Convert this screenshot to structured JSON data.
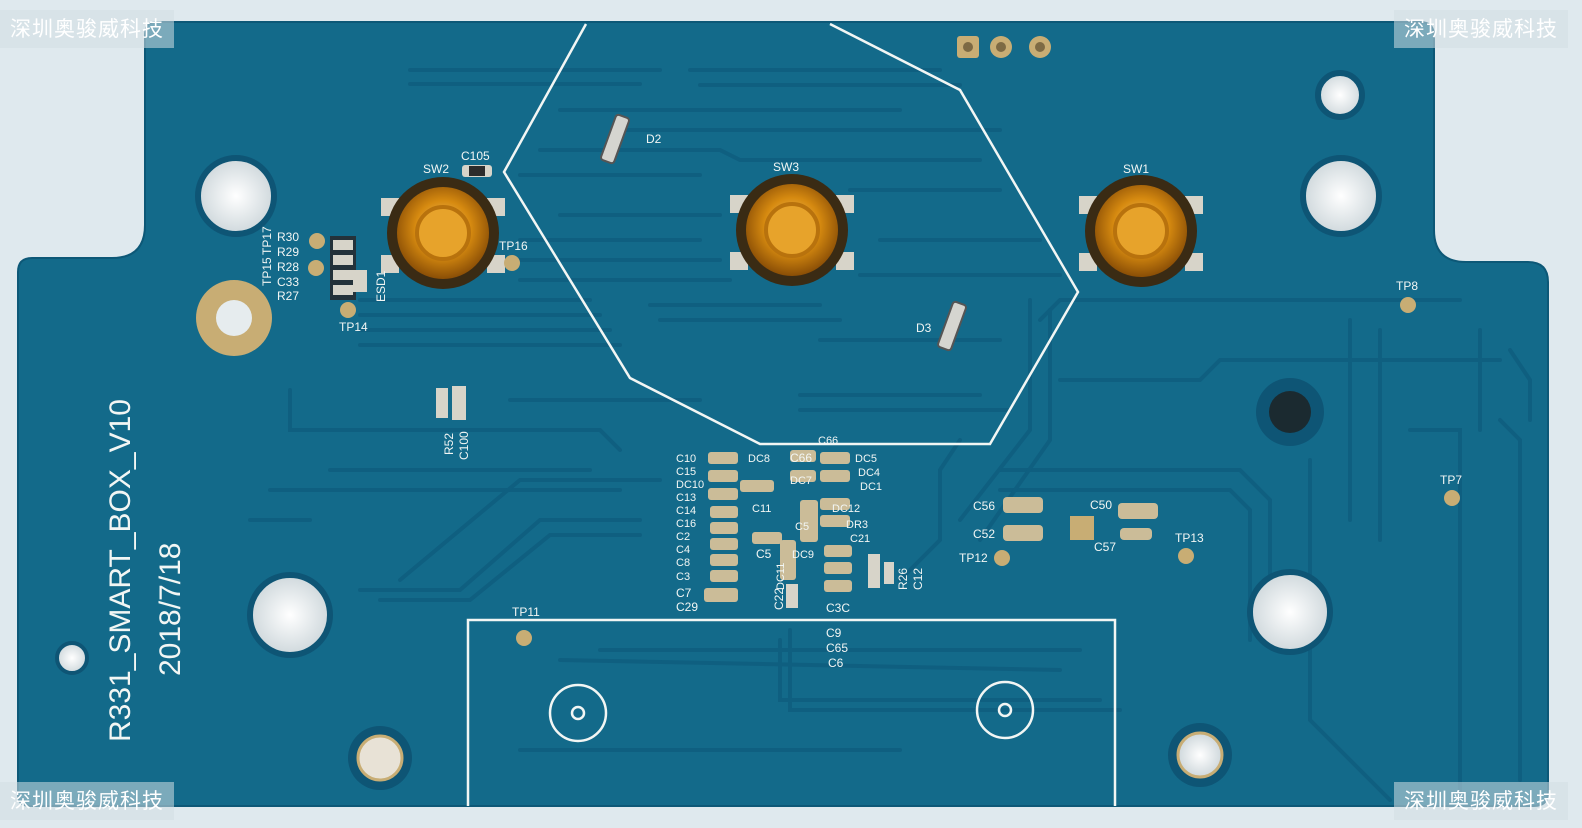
{
  "watermark": "深圳奥骏威科技",
  "board": {
    "name": "R331_SMART_BOX_V10",
    "date": "2018/7/18"
  },
  "switches": [
    "SW2",
    "SW3",
    "SW1"
  ],
  "diodes": [
    "D2",
    "D3"
  ],
  "esd": "ESD1",
  "test_points": [
    "TP15",
    "TP17",
    "TP16",
    "TP14",
    "TP8",
    "TP7",
    "TP11",
    "TP12",
    "TP13"
  ],
  "resistors": [
    "R30",
    "R29",
    "R28",
    "R27",
    "R52",
    "R26"
  ],
  "capacitors": [
    "C105",
    "C33",
    "C100",
    "C56",
    "C52",
    "C50",
    "C57",
    "C12",
    "C9",
    "C65",
    "C6",
    "C3C",
    "C22",
    "C29",
    "C7",
    "C5",
    "C66"
  ],
  "center_labels_left": [
    "C10",
    "C15",
    "DC10",
    "C13",
    "C14",
    "C16",
    "C2",
    "C4",
    "C8",
    "C3"
  ],
  "center_labels_right": [
    "DC8",
    "C66",
    "DC5",
    "DC4",
    "DC1",
    "DC7",
    "C11",
    "DC12",
    "DR3",
    "C21",
    "C5",
    "DC9",
    "DC11"
  ],
  "colors": {
    "background": "#dfe9ee",
    "board": "#136a8a",
    "trace": "#0f5f80",
    "silkscreen": "#f2f6f4",
    "switch_cap": "#d68a10",
    "gold_pad": "#c8ad74"
  }
}
